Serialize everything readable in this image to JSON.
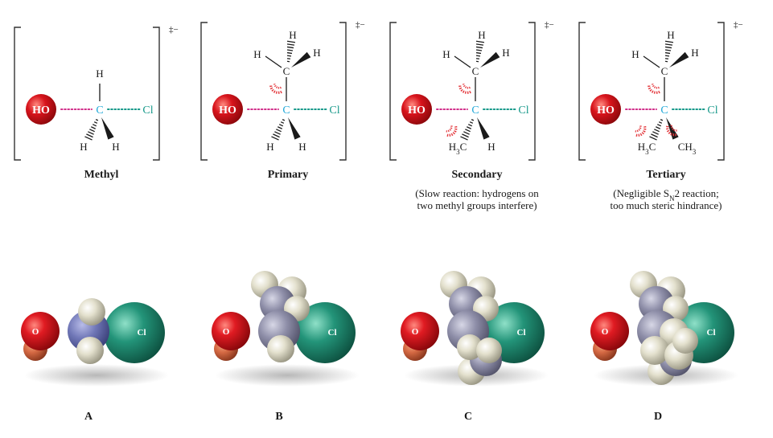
{
  "panels": [
    {
      "title": "Methyl",
      "note_lines": [],
      "letter": "A",
      "nucleophile": "HO",
      "carbon": "C",
      "leaving_group": "Cl",
      "charge": "‡−",
      "atoms": {
        "top": "H",
        "left": "",
        "right": "",
        "bottom_left": "H",
        "bottom_right": "H"
      },
      "steric_arcs": 0,
      "model": {
        "nucleophile_atom": "O",
        "leaving_atom": "Cl",
        "methyl_groups": 0
      }
    },
    {
      "title": "Primary",
      "note_lines": [],
      "letter": "B",
      "nucleophile": "HO",
      "carbon": "C",
      "leaving_group": "Cl",
      "charge": "‡−",
      "atoms": {
        "top": "H",
        "left": "H",
        "right": "H",
        "upper_carbon": "C",
        "bottom_left": "H",
        "bottom_right": "H"
      },
      "steric_arcs": 1,
      "model": {
        "nucleophile_atom": "O",
        "leaving_atom": "Cl",
        "methyl_groups": 1
      }
    },
    {
      "title": "Secondary",
      "note_lines": [
        "(Slow reaction: hydrogens on",
        "two methyl groups interfere)"
      ],
      "letter": "C",
      "nucleophile": "HO",
      "carbon": "C",
      "leaving_group": "Cl",
      "charge": "‡−",
      "atoms": {
        "top": "H",
        "left": "H",
        "right": "H",
        "upper_carbon": "C",
        "bottom_left_group": "H3C",
        "bottom_right": "H"
      },
      "steric_arcs": 2,
      "model": {
        "nucleophile_atom": "O",
        "leaving_atom": "Cl",
        "methyl_groups": 2
      }
    },
    {
      "title": "Tertiary",
      "note_lines": [
        "(Negligible SN2 reaction;",
        "too much steric hindrance)"
      ],
      "letter": "D",
      "nucleophile": "HO",
      "carbon": "C",
      "leaving_group": "Cl",
      "charge": "‡−",
      "atoms": {
        "top": "H",
        "left": "H",
        "right": "H",
        "upper_carbon": "C",
        "bottom_left_group": "H3C",
        "bottom_right_group": "CH3"
      },
      "steric_arcs": 3,
      "model": {
        "nucleophile_atom": "O",
        "leaving_atom": "Cl",
        "methyl_groups": 3
      }
    }
  ],
  "colors": {
    "oxygen": "#d8141c",
    "hydrogen": "#dedac6",
    "carbon": "#8b8ba6",
    "chlorine": "#1f8f76",
    "carbon_label": "#21a8d8",
    "nucleophile_bond": "#d12f8a",
    "leaving_bond": "#17998a",
    "steric": "#e3363b"
  }
}
